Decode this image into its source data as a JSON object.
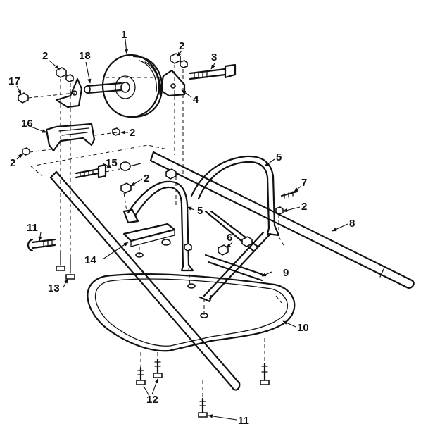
{
  "callouts": [
    {
      "key": "c1",
      "text": "1"
    },
    {
      "key": "c2a",
      "text": "2"
    },
    {
      "key": "c2b",
      "text": "2"
    },
    {
      "key": "c2c",
      "text": "2"
    },
    {
      "key": "c2d",
      "text": "2"
    },
    {
      "key": "c2e",
      "text": "2"
    },
    {
      "key": "c2f",
      "text": "2"
    },
    {
      "key": "c3",
      "text": "3"
    },
    {
      "key": "c4",
      "text": "4"
    },
    {
      "key": "c5a",
      "text": "5"
    },
    {
      "key": "c5b",
      "text": "5"
    },
    {
      "key": "c6",
      "text": "6"
    },
    {
      "key": "c7",
      "text": "7"
    },
    {
      "key": "c8",
      "text": "8"
    },
    {
      "key": "c9",
      "text": "9"
    },
    {
      "key": "c10",
      "text": "10"
    },
    {
      "key": "c11a",
      "text": "11"
    },
    {
      "key": "c11b",
      "text": "11"
    },
    {
      "key": "c12",
      "text": "12"
    },
    {
      "key": "c13",
      "text": "13"
    },
    {
      "key": "c14",
      "text": "14"
    },
    {
      "key": "c15",
      "text": "15"
    },
    {
      "key": "c16",
      "text": "16"
    },
    {
      "key": "c17",
      "text": "17"
    },
    {
      "key": "c18",
      "text": "18"
    }
  ]
}
